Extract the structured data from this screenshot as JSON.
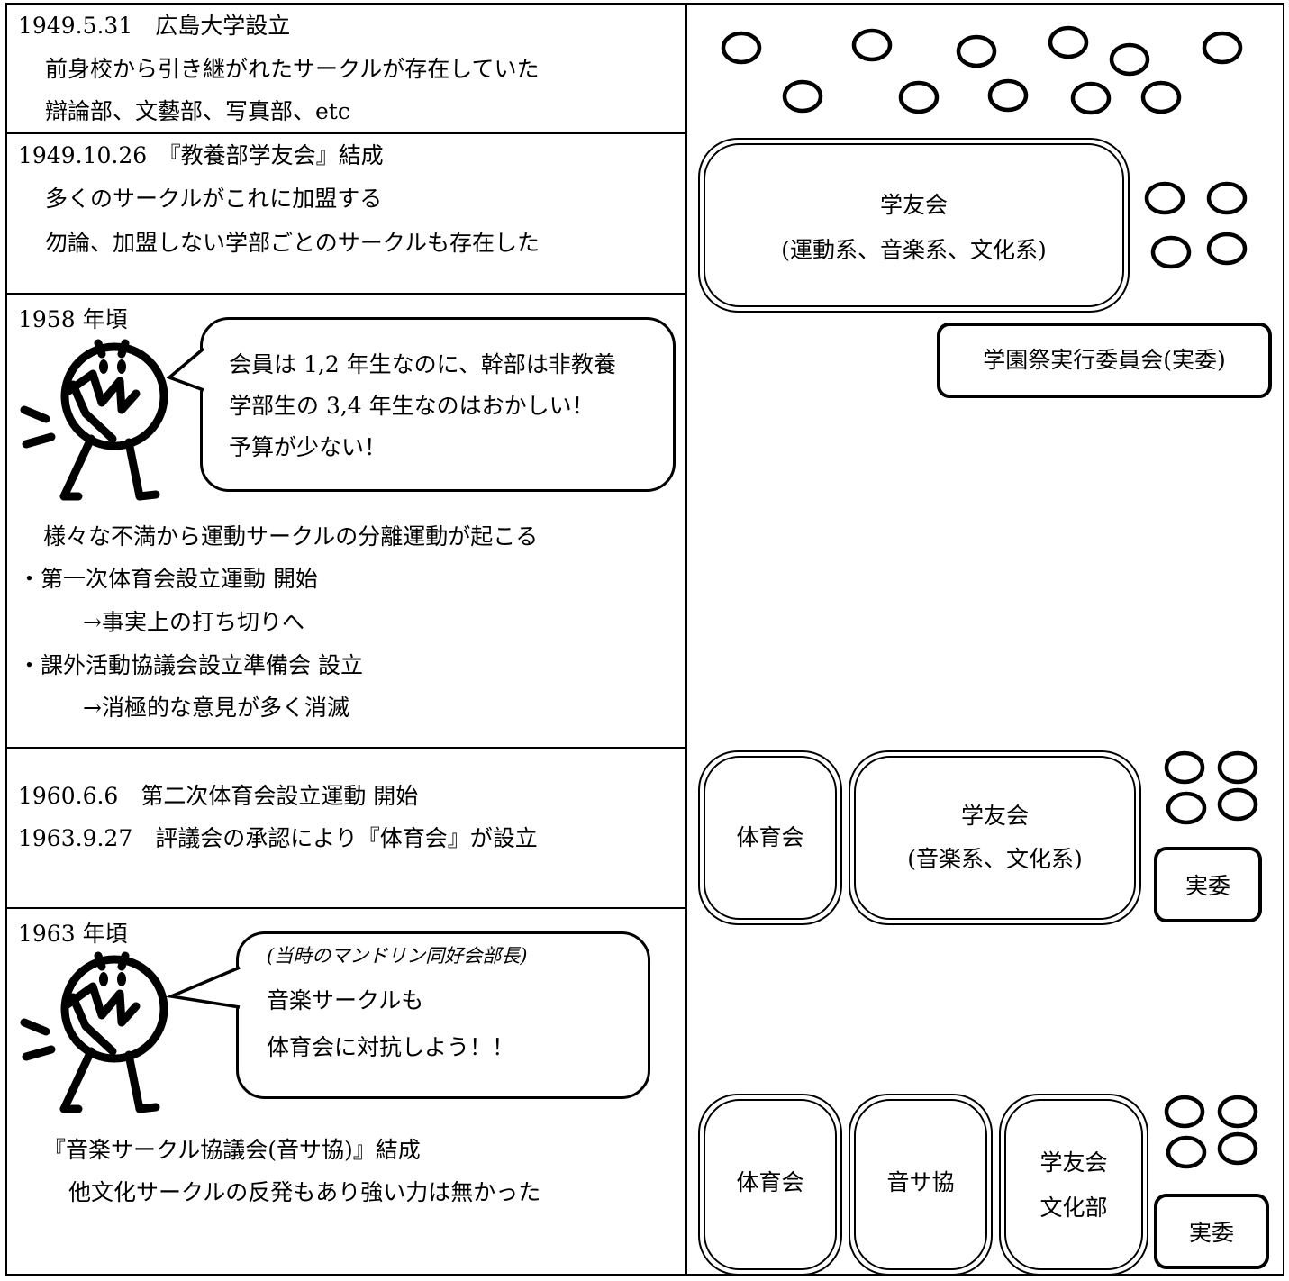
{
  "rows": [
    {
      "lines": [
        "1949.5.31　広島大学設立",
        "前身校から引き継がれたサークルが存在していた",
        "辯論部、文藝部、写真部、etc"
      ]
    },
    {
      "lines": [
        "1949.10.26　『教養部学友会』結成",
        "多くのサークルがこれに加盟する",
        "勿論、加盟しない学部ごとのサークルも存在した"
      ]
    },
    {
      "header": "1958 年頃",
      "bubble": [
        "会員は 1,2 年生なのに、幹部は非教養",
        "学部生の 3,4 年生なのはおかしい！",
        "予算が少ない！"
      ],
      "lines": [
        "様々な不満から運動サークルの分離運動が起こる",
        "・第一次体育会設立運動 開始",
        "→事実上の打ち切りへ",
        "・課外活動協議会設立準備会 設立",
        "→消極的な意見が多く消滅"
      ]
    },
    {
      "lines": [
        "1960.6.6　第二次体育会設立運動 開始",
        "1963.9.27　評議会の承認により『体育会』が設立"
      ]
    },
    {
      "header": "1963 年頃",
      "bubble_note": "(当時のマンドリン同好会部長)",
      "bubble": [
        "音楽サークルも",
        "体育会に対抗しよう！！"
      ],
      "lines": [
        "『音楽サークル協議会(音サ協)』結成",
        "他文化サークルの反発もあり強い力は無かった"
      ]
    }
  ],
  "diagrams": {
    "stage2": {
      "main_line1": "学友会",
      "main_line2": "(運動系、音楽系、文化系)",
      "festival": "学園祭実行委員会(実委)"
    },
    "stage3": {
      "sports": "体育会",
      "main_line1": "学友会",
      "main_line2": "(音楽系、文化系)",
      "jitsui": "実委"
    },
    "stage4": {
      "sports": "体育会",
      "music": "音サ協",
      "culture_line1": "学友会",
      "culture_line2": "文化部",
      "jitsui": "実委"
    }
  }
}
